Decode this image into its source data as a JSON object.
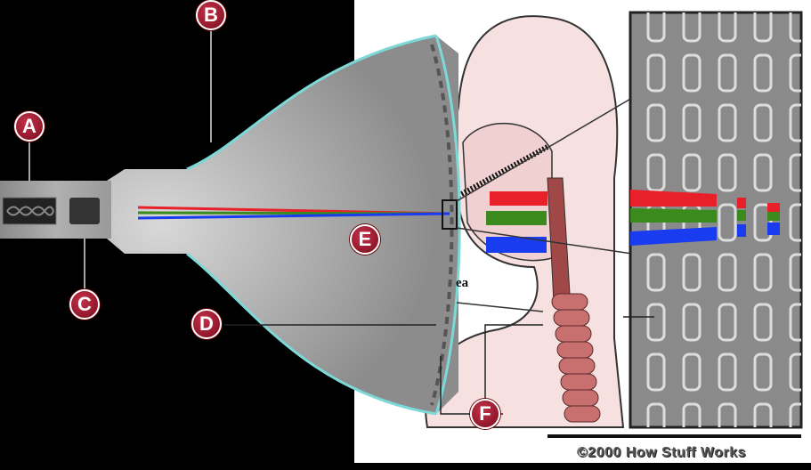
{
  "labels": {
    "a": "A",
    "b": "B",
    "c": "C",
    "d": "D",
    "e": "E",
    "f": "F"
  },
  "partial_text": "ea",
  "copyright": "©2000 How Stuff Works",
  "colors": {
    "red": "#e8202a",
    "green": "#3a8a1e",
    "blue": "#1a3cf0",
    "glass": "#7dd8d8",
    "label": "#a01c2c"
  }
}
